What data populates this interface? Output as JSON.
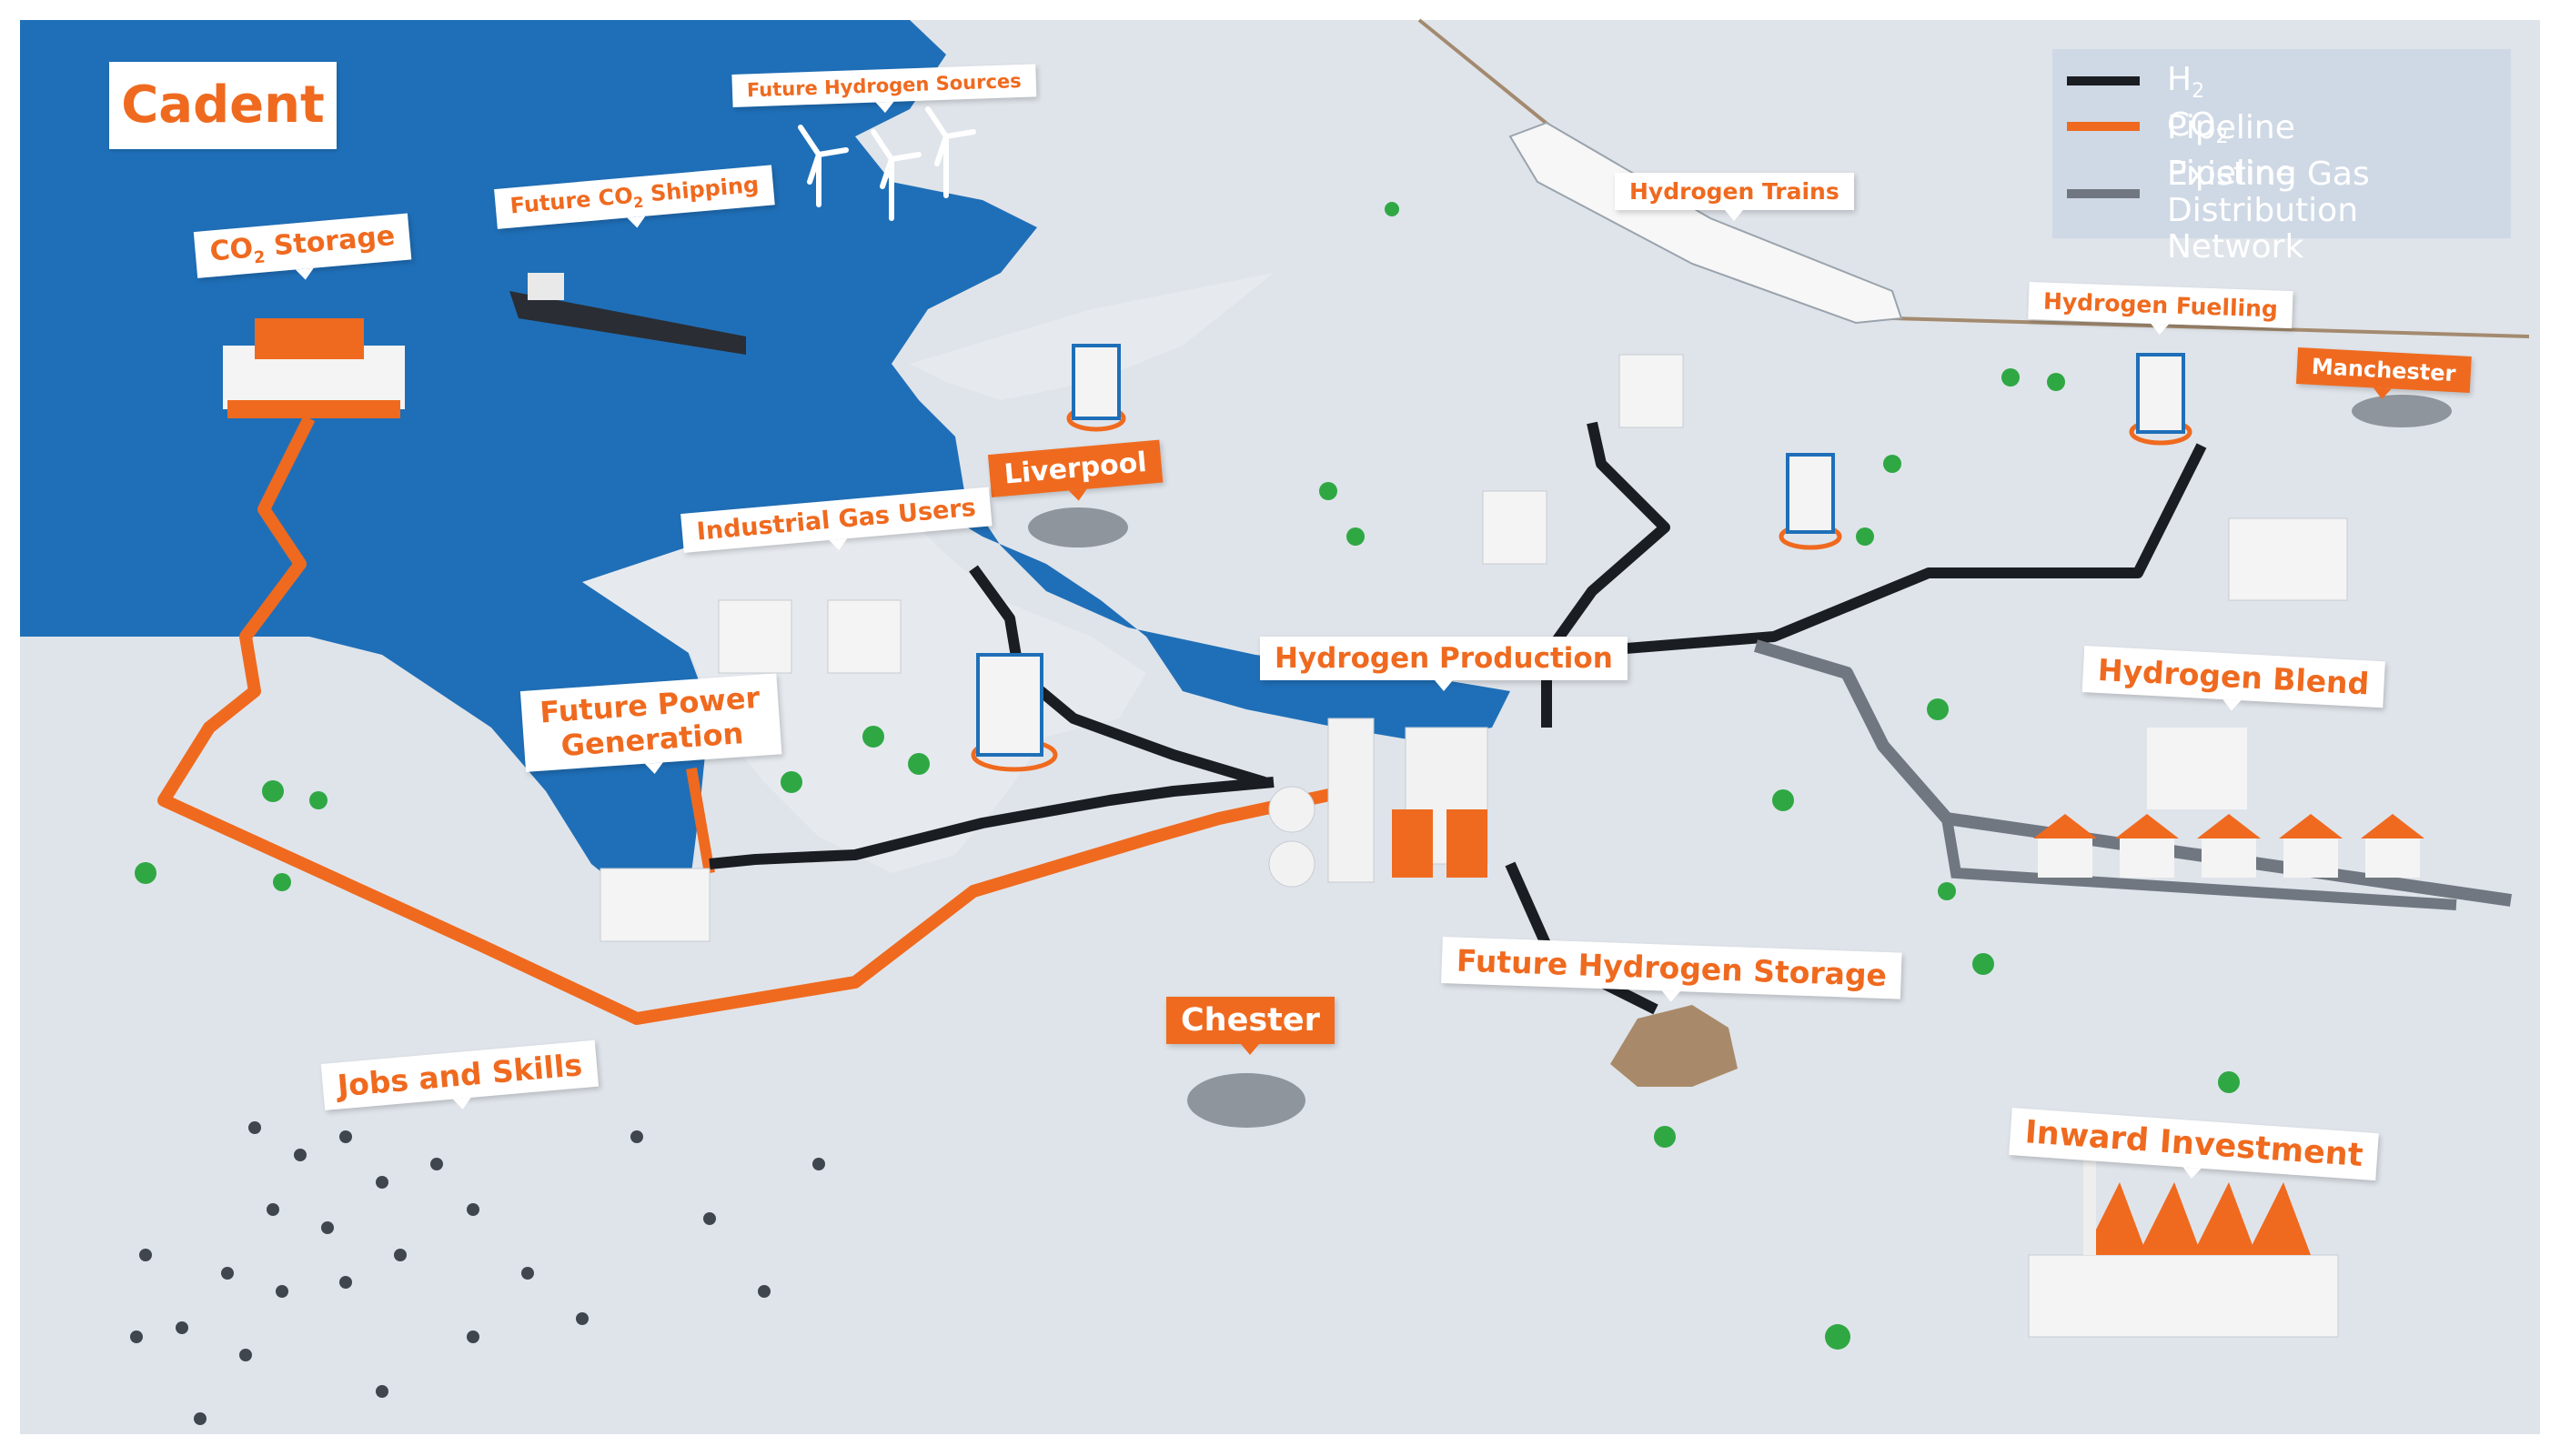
{
  "brand": {
    "name": "Cadent"
  },
  "colors": {
    "brand_orange": "#ef6a1f",
    "sea": "#1f6fb8",
    "land": "#dfe4ea",
    "h2_pipeline": "#1a1d22",
    "co2_pipeline": "#ef6a1f",
    "gas_network": "#707780"
  },
  "legend": {
    "h2": {
      "prefix": "H",
      "sub": "2",
      "suffix": " Pipeline"
    },
    "co2": {
      "prefix": "CO",
      "sub": "2",
      "suffix": " Pipeline"
    },
    "gas_line1": "Existing Gas",
    "gas_line2": "Distribution Network"
  },
  "labels": {
    "co2_storage": {
      "prefix": "CO",
      "sub": "2",
      "suffix": " Storage"
    },
    "future_co2_shipping": {
      "prefix": "Future CO",
      "sub": "2",
      "suffix": " Shipping"
    },
    "future_hydrogen_sources": "Future Hydrogen Sources",
    "hydrogen_trains": "Hydrogen Trains",
    "hydrogen_fuelling": "Hydrogen Fuelling",
    "manchester": "Manchester",
    "liverpool": "Liverpool",
    "industrial_gas_users": "Industrial Gas Users",
    "hydrogen_production": "Hydrogen Production",
    "hydrogen_blend": "Hydrogen Blend",
    "future_power_generation_line1": "Future Power",
    "future_power_generation_line2": "Generation",
    "future_hydrogen_storage": "Future Hydrogen Storage",
    "chester": "Chester",
    "jobs_and_skills": "Jobs and Skills",
    "inward_investment": "Inward Investment"
  }
}
